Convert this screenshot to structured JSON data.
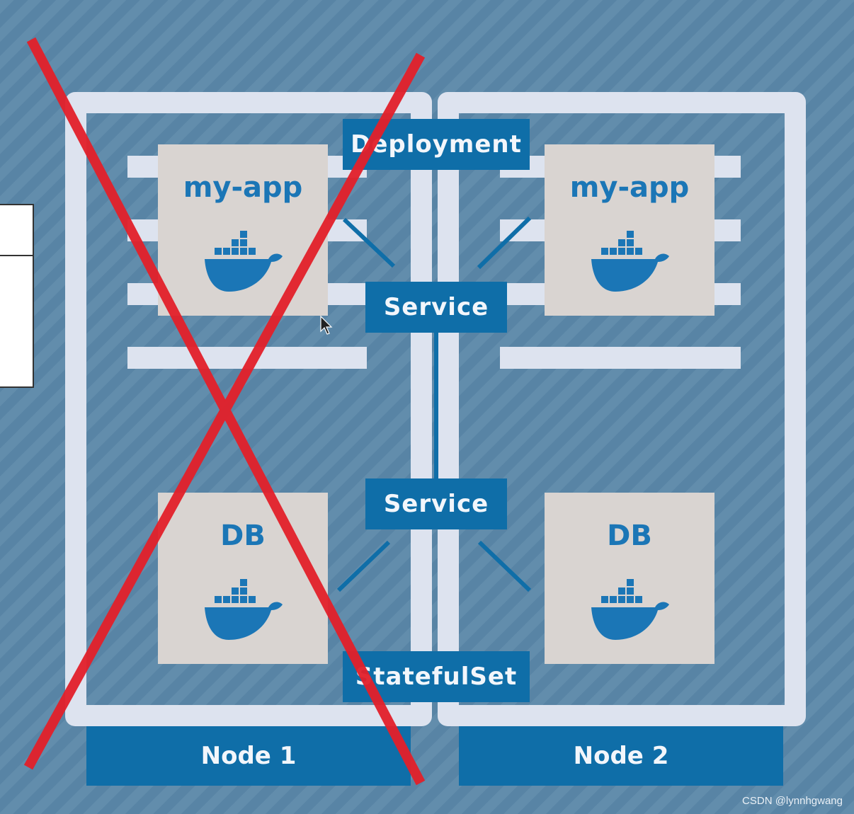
{
  "diagram": {
    "deployment_label": "Deployment",
    "service_top_label": "Service",
    "service_bottom_label": "Service",
    "statefulset_label": "StatefulSet",
    "pods": {
      "app_left": "my-app",
      "app_right": "my-app",
      "db_left": "DB",
      "db_right": "DB"
    },
    "nodes": {
      "node1": "Node 1",
      "node2": "Node 2"
    }
  },
  "watermark": "CSDN @lynnhgwang",
  "colors": {
    "background": "#5a87a8",
    "frame": "#dde3ef",
    "label_box": "#0f6ea8",
    "pod_bg": "#d9d4d1",
    "docker_blue": "#1b76b6",
    "red_cross": "#e3202a"
  },
  "icons": [
    "docker-whale-icon",
    "mouse-cursor-icon"
  ]
}
